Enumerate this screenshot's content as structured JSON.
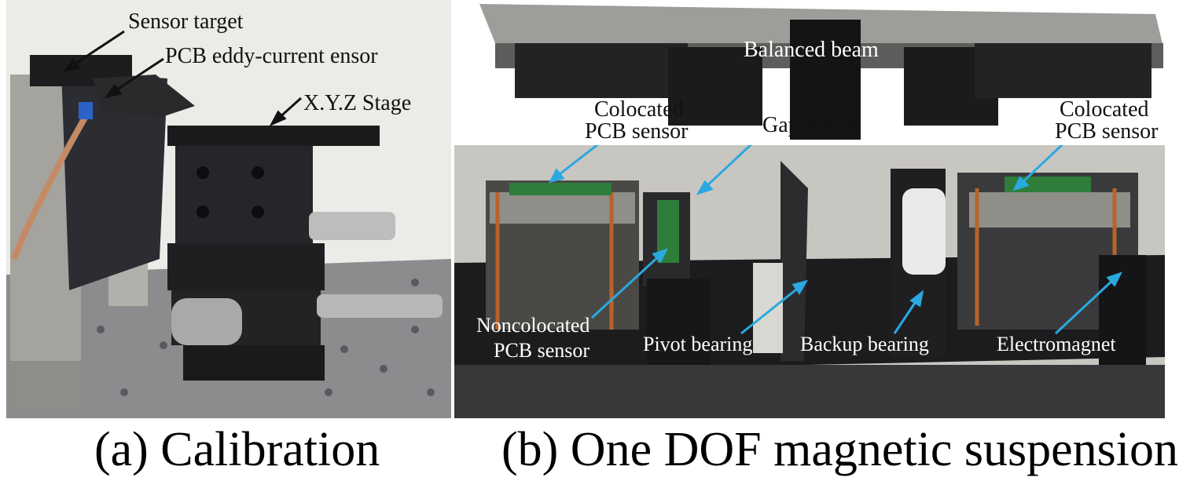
{
  "panel_a": {
    "labels": {
      "sensor_target": "Sensor target",
      "pcb_sensor": "PCB eddy-current ensor",
      "xyz_stage": "X.Y.Z Stage"
    },
    "caption": "(a) Calibration"
  },
  "panel_b": {
    "labels": {
      "balanced_beam": "Balanced beam",
      "colocated_left_1": "Colocated",
      "colocated_left_2": "PCB sensor",
      "gap_sensor": "Gap sensor",
      "colocated_right_1": "Colocated",
      "colocated_right_2": "PCB sensor",
      "noncolocated_1": "Noncolocated",
      "noncolocated_2": "PCB sensor",
      "pivot_bearing": "Pivot bearing",
      "backup_bearing": "Backup bearing",
      "electromagnet": "Electromagnet"
    },
    "caption": "(b) One DOF magnetic suspension"
  },
  "colors": {
    "arrow_black": "#111111",
    "arrow_blue": "#2aa9e0",
    "metal_dark": "#1c1c1e",
    "pcb_green": "#2f7d3a",
    "copper": "#b8632a"
  }
}
